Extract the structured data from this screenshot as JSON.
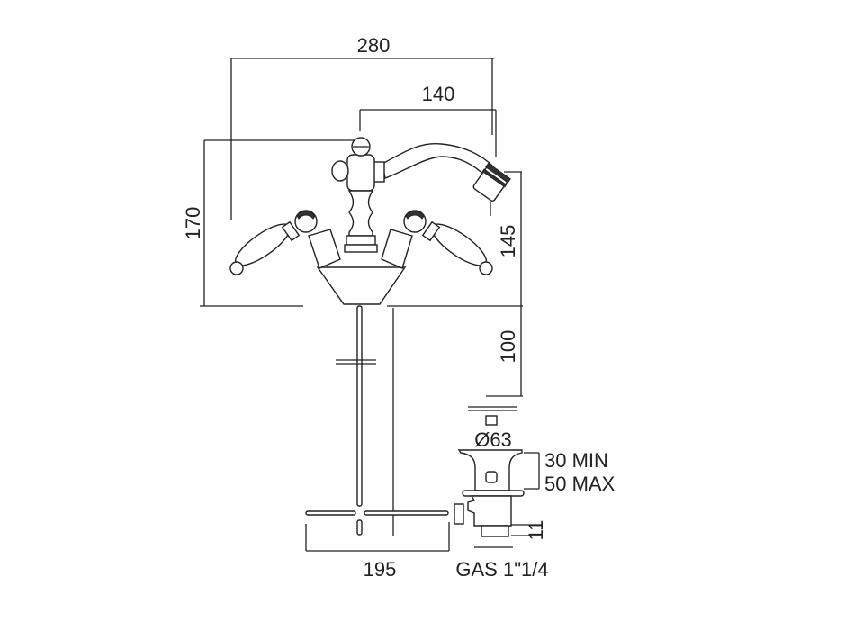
{
  "title": "Bidet mixer technical drawing",
  "dimensions": {
    "overall_width": "280",
    "spout_reach": "140",
    "overall_height": "170",
    "spout_height": "145",
    "deck_to_drain": "100",
    "drain_diameter": "Ø63",
    "drain_min": "30 MIN",
    "drain_max": "50 MAX",
    "drain_thread_height": "11",
    "rod_length": "195",
    "drain_thread": "GAS 1\"1/4"
  },
  "colors": {
    "line": "#222222",
    "background": "#ffffff"
  }
}
